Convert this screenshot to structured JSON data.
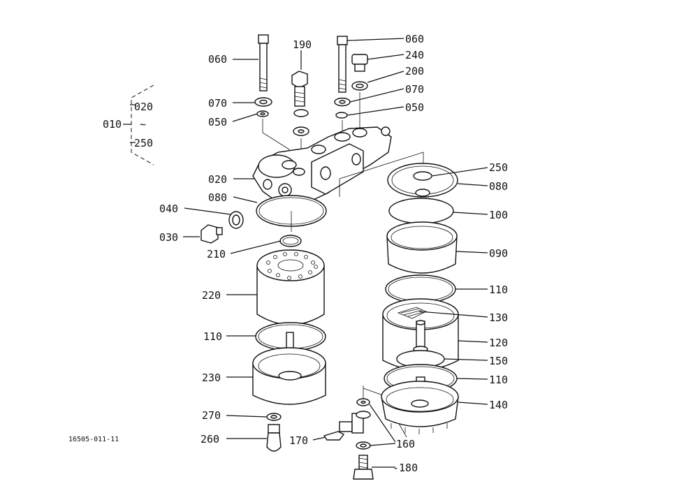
{
  "diagram_id": "16505-011-11",
  "group": {
    "top": "020",
    "bottom": "250",
    "prefix": "010",
    "sep": "~"
  },
  "labels": {
    "l060a": "060",
    "l190": "190",
    "l060b": "060",
    "l240": "240",
    "l200": "200",
    "l070a": "070",
    "l070b": "070",
    "l050a": "050",
    "l050b": "050",
    "l020": "020",
    "l080a": "080",
    "l040": "040",
    "l030": "030",
    "l210": "210",
    "l220": "220",
    "l110a": "110",
    "l230": "230",
    "l270": "270",
    "l260": "260",
    "l170": "170",
    "l160": "160",
    "l180": "-180",
    "l250": "250",
    "l080b": "080",
    "l100": "100",
    "l090": "090",
    "l110b": "110",
    "l130": "130",
    "l120": "120",
    "l150": "150",
    "l110c": "110",
    "l140": "140"
  }
}
